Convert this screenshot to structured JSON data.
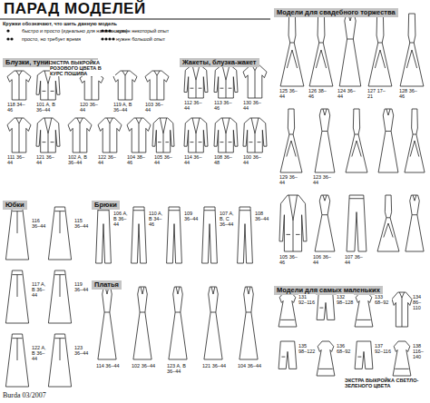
{
  "diagram": {
    "title": "ПАРАД МОДЕЛЕЙ",
    "caption": "Burda 03/2007",
    "nodes": [
      {
        "text": [
          "Блузки, туники, джемперы"
        ]
      },
      {
        "text": [
          "Жакеты, блузка-жакет"
        ]
      },
      {
        "text": [
          "Модели для свадебного торжества"
        ]
      },
      {
        "text": [
          "Юбки"
        ]
      },
      {
        "text": [
          "Брюки"
        ]
      },
      {
        "text": [
          "Платья"
        ]
      },
      {
        "text": [
          "Модели для самых маленьких"
        ]
      }
    ],
    "labels": [
      "Кружки обозначают, что шить данную модель",
      "ЭКСТРА ВЫКРОЙКА РОЗОВОГО ЦВЕТА В КУРС ПОШИВА",
      "118 34–46",
      "101 A, B 36–44",
      "120 36–44",
      "119 A, B 36–44",
      "103 36–44",
      "111 36–44",
      "121 36–44",
      "102 A, B 36–44",
      "122 36–44",
      "104 38–46",
      "105 36–44",
      "112 36–44",
      "113 36–46",
      "130 36–44",
      "114 36–44",
      "108 36–48",
      "100 36–44",
      "125 36–44",
      "126 38–46",
      "124 36–44",
      "127 17–21",
      "128 36–46",
      "129 36–44",
      "123 36–44",
      "105 36–46",
      "106 36–44",
      "107 36–44",
      "116 36–44",
      "115 36–44",
      "117 A, B 36–44",
      "119 36–44",
      "122 A, B 36–44",
      "123 36–44",
      "106 A, B 36–44",
      "110 A, B 34–46",
      "109 36–44",
      "107 A, B, C 36–44",
      "108 36–44",
      "114 36–44",
      "102 36–44",
      "123 A, B 36–44",
      "121 36–44",
      "104 36–44",
      "131 92–116",
      "132 98–128",
      "133 68–92",
      "134 86–110",
      "135 98–122",
      "136 68–92",
      "137 92–116",
      "138 116–140",
      "ЭКСТРА ВЫКРОЙКА СВЕТЛО-ЗЕЛЕНОГО ЦВЕТА"
    ],
    "legend": [
      {
        "text": "быстро и просто (идеально для начинающих)"
      },
      {
        "text": "просто, но требует время"
      },
      {
        "text": "нужен некоторый опыт"
      },
      {
        "text": "нужен большой опыт"
      }
    ]
  }
}
